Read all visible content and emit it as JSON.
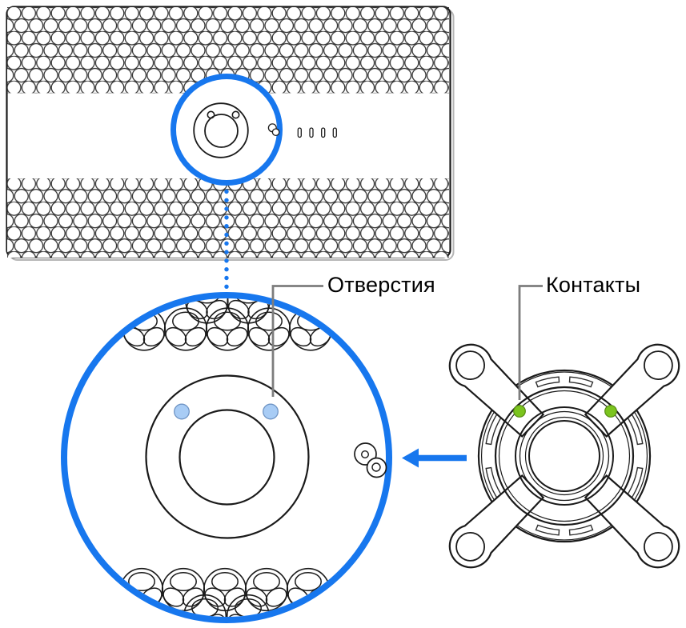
{
  "labels": {
    "holes": "Отверстия",
    "contacts": "Контакты"
  },
  "theme": {
    "accent_blue": "#1777ee",
    "hole_fill_blue": "#a8ccf5",
    "hole_stroke": "#6f94c4",
    "contact_green": "#7bc41e",
    "contact_stroke": "#568a12",
    "outline_dark": "#1a1a1a",
    "callout_gray": "#7d7d7d",
    "lattice_gray": "#2e2e2e",
    "shadow_gray": "#b5b5b5"
  },
  "figures": {
    "display_back_panel": {
      "mount_holes_count": 2,
      "ports_count": 4,
      "highlight_shape": "blue-circle"
    },
    "magnified_mount_view": {
      "holes_count": 2,
      "hole_color": "#a8ccf5",
      "connector": "dotted-blue-line"
    },
    "vesa_adapter": {
      "contacts_count": 2,
      "contact_color": "#7bc41e",
      "arms_count": 4,
      "pointer": "blue-arrow-left"
    }
  }
}
